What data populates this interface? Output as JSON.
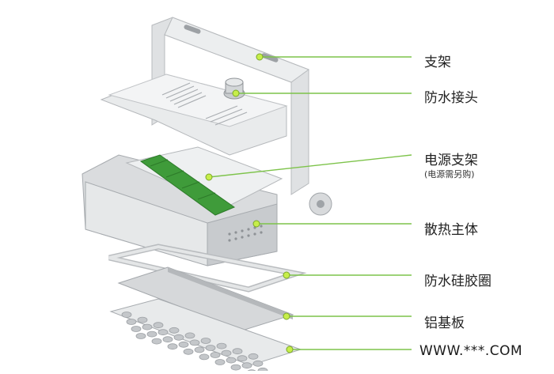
{
  "labels": {
    "bracket": "支架",
    "connector": "防水接头",
    "driver_bracket": "电源支架",
    "driver_note": "(电源需另购)",
    "heatsink": "散热主体",
    "gasket": "防水硅胶圈",
    "aluminum_board": "铝基板"
  },
  "watermark": "WWW.***.COM",
  "colors": {
    "leader": "#7dc34a",
    "dot": "#c7ee4a",
    "body": "#e2e4e6",
    "body_dark": "#c3c6c9",
    "pcb_green": "#3f9b3a",
    "background": "#ffffff"
  }
}
